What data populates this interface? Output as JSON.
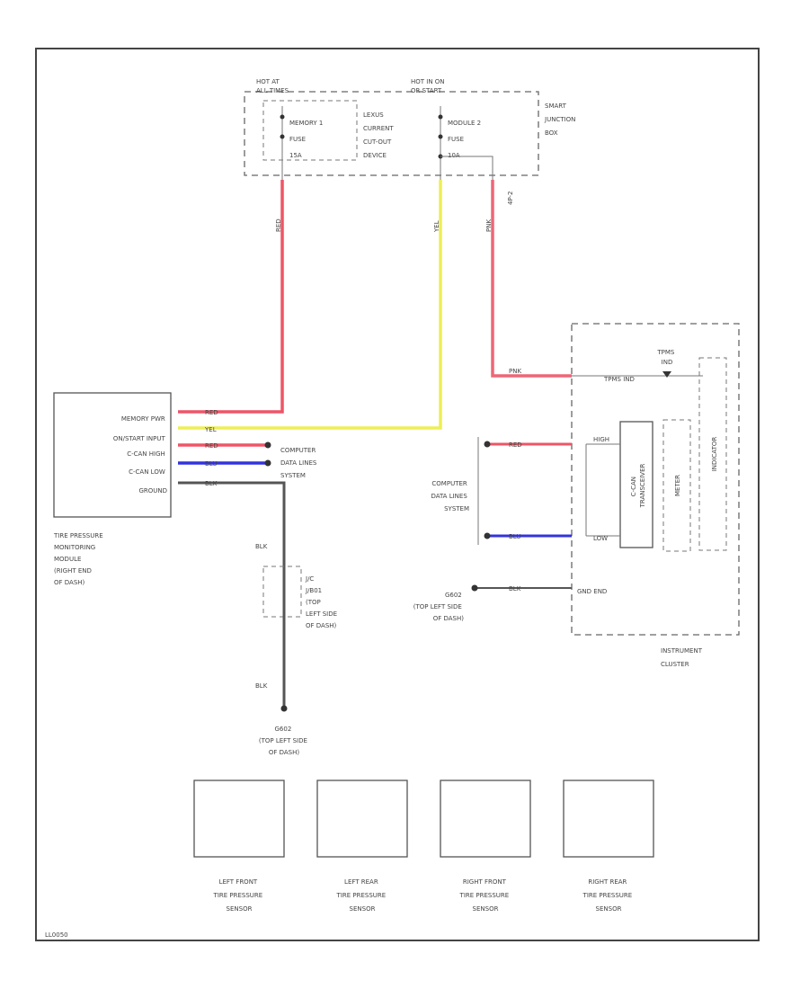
{
  "colors": {
    "red_wire": "#ee5566",
    "yellow_wire": "#eeee55",
    "blue_wire": "#3333dd",
    "black_wire": "#444444",
    "pink_wire": "#ee6677"
  },
  "junction_box": {
    "hot_at_all_times": [
      "HOT AT",
      "ALL TIMES"
    ],
    "hot_in_on_start": [
      "HOT IN ON",
      "OR START"
    ],
    "memory_fuse": [
      "MEMORY 1",
      "FUSE",
      "15A"
    ],
    "current_cutout": [
      "LEXUS",
      "CURRENT",
      "CUT-OUT",
      "DEVICE"
    ],
    "module_fuse": [
      "MODULE 2",
      "FUSE",
      "10A"
    ],
    "name": [
      "SMART",
      "JUNCTION",
      "BOX"
    ],
    "connector_label": "4P-2"
  },
  "wires": {
    "red_top": "RED",
    "yel_top": "YEL",
    "pnk_top": "PNK",
    "pnk_cluster": "PNK",
    "tpms_wire": "TPMS IND"
  },
  "module": {
    "pins": [
      "MEMORY PWR",
      "ON/START INPUT",
      "C-CAN HIGH",
      "C-CAN LOW",
      "GROUND"
    ],
    "wire_labels": [
      "RED",
      "YEL",
      "RED",
      "BLU",
      "BLK"
    ],
    "name": [
      "TIRE PRESSURE",
      "MONITORING",
      "MODULE",
      "(RIGHT END",
      "OF DASH)"
    ]
  },
  "data_lines_left": [
    "COMPUTER",
    "DATA LINES",
    "SYSTEM"
  ],
  "data_lines_right": [
    "COMPUTER",
    "DATA LINES",
    "SYSTEM"
  ],
  "splice": {
    "wire_top": "BLK",
    "wire_bottom": "BLK",
    "label": [
      "J/C",
      "J/B01",
      "(TOP",
      "LEFT SIDE",
      "OF DASH)"
    ]
  },
  "ground_bottom": [
    "G602",
    "(TOP LEFT SIDE",
    "OF DASH)"
  ],
  "ground_right": [
    "G602",
    "(TOP LEFT SIDE",
    "OF DASH)"
  ],
  "cluster": {
    "tpms_indicator": [
      "TPMS",
      "IND"
    ],
    "can_high": "HIGH",
    "can_low": "LOW",
    "can_wire_red": "RED",
    "can_wire_blu": "BLU",
    "gnd_wire": "BLK",
    "ground_end": "GND END",
    "can_transceiver": [
      "C-CAN",
      "TRANSCEIVER"
    ],
    "meter": "METER",
    "indicator": "INDICATOR",
    "name": [
      "INSTRUMENT",
      "CLUSTER"
    ]
  },
  "sensors": [
    {
      "name": [
        "LEFT FRONT",
        "TIRE PRESSURE",
        "SENSOR"
      ]
    },
    {
      "name": [
        "LEFT REAR",
        "TIRE PRESSURE",
        "SENSOR"
      ]
    },
    {
      "name": [
        "RIGHT FRONT",
        "TIRE PRESSURE",
        "SENSOR"
      ]
    },
    {
      "name": [
        "RIGHT REAR",
        "TIRE PRESSURE",
        "SENSOR"
      ]
    }
  ],
  "footer_code": "LL0050"
}
